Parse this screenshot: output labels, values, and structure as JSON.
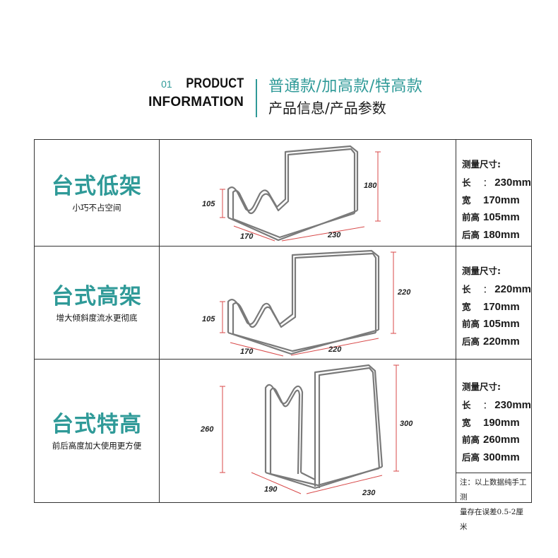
{
  "header": {
    "number": "01",
    "title_en_line1": "PRODUCT",
    "title_en_line2": "INFORMATION",
    "title_cn_line1": "普通款/加高款/特高款",
    "title_cn_line2": "产品信息/产品参数"
  },
  "rows": [
    {
      "name": "台式低架",
      "subtitle": "小巧不占空间",
      "dims": {
        "front": "105",
        "back": "180",
        "depth": "170",
        "width": "230"
      },
      "spec_title": "测量尺寸:",
      "specs": [
        {
          "label": "长",
          "sep": "：",
          "value": "230mm"
        },
        {
          "label": "宽",
          "sep": "",
          "value": "170mm"
        },
        {
          "label": "前高",
          "sep": "",
          "value": "105mm"
        },
        {
          "label": "后高",
          "sep": "",
          "value": "180mm"
        }
      ]
    },
    {
      "name": "台式高架",
      "subtitle": "增大倾斜度流水更彻底",
      "dims": {
        "front": "105",
        "back": "220",
        "depth": "170",
        "width": "220"
      },
      "spec_title": "测量尺寸:",
      "specs": [
        {
          "label": "长",
          "sep": "：",
          "value": "220mm"
        },
        {
          "label": "宽",
          "sep": "",
          "value": "170mm"
        },
        {
          "label": "前高",
          "sep": "",
          "value": "105mm"
        },
        {
          "label": "后高",
          "sep": "",
          "value": "220mm"
        }
      ]
    },
    {
      "name": "台式特高",
      "subtitle": "前后高度加大使用更方便",
      "dims": {
        "front": "260",
        "back": "300",
        "depth": "190",
        "width": "230"
      },
      "spec_title": "测量尺寸:",
      "specs": [
        {
          "label": "长",
          "sep": "：",
          "value": "230mm"
        },
        {
          "label": "宽",
          "sep": "",
          "value": "190mm"
        },
        {
          "label": "前高",
          "sep": "",
          "value": "260mm"
        },
        {
          "label": "后高",
          "sep": "",
          "value": "300mm"
        }
      ]
    }
  ],
  "note": {
    "line1": "注：以上数据纯手工测",
    "line2": "量存在误差0.5-2厘米"
  },
  "colors": {
    "accent": "#2f9a98",
    "dimension_line": "#d84a4a",
    "rack_wire": "#7a7a7a"
  }
}
